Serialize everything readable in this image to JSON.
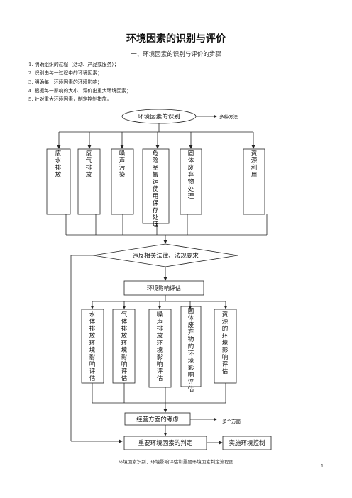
{
  "title": "环境因素的识别与评价",
  "subtitle": "一、环境因素的识别与评价的步骤",
  "steps": [
    "1.  明确组织的过程（活动、产品或服务）；",
    "2.  识别由每一过程中的环境因素；",
    "3.  明确每一环境因素的环境影响；",
    "4.  根据每一影响的大小，评价出重大环境因素；",
    "5.  针对重大环境因素，制定控制措施。"
  ],
  "flow": {
    "identify": "环境因素的识别",
    "identify_note": "多种方法",
    "categories": [
      "废水排放",
      "废气排放",
      "噪声污染",
      "危险品搬运使用保存处理",
      "固体废弃物处理",
      "资源利用"
    ],
    "law": "违反相关法律、法规要求",
    "impact": "环境影响评估",
    "assessments": [
      "水体排放环境影响评估",
      "气体排放环境影响评估",
      "噪声排放环境影响评估",
      "固体废弃物的环境影响评估",
      "资源的环境影响评估"
    ],
    "business": "经营方面的考虑",
    "business_note": "多个方面",
    "judge": "重要环境因素的判定",
    "control": "实施环境控制"
  },
  "caption": "环境因素识别、环境影响评估和重要环境因素判定流程图",
  "page_number": "1"
}
